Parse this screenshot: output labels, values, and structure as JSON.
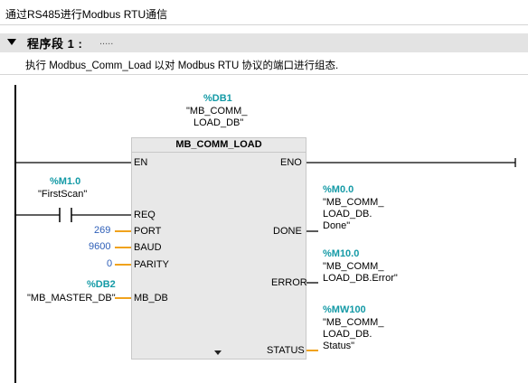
{
  "window": {
    "title": "通过RS485进行Modbus RTU通信"
  },
  "network": {
    "title": "程序段 1 :",
    "dots": "....."
  },
  "comment": "执行 Modbus_Comm_Load 以对 Modbus RTU 协议的端口进行组态.",
  "instance_db": {
    "tag": "%DB1",
    "symbol_line1": "\"MB_COMM_",
    "symbol_line2": "LOAD_DB\""
  },
  "block": {
    "name": "MB_COMM_LOAD",
    "inputs": {
      "en": "EN",
      "req": "REQ",
      "port": "PORT",
      "baud": "BAUD",
      "parity": "PARITY",
      "mb_db": "MB_DB"
    },
    "outputs": {
      "eno": "ENO",
      "done": "DONE",
      "error": "ERROR",
      "status": "STATUS"
    }
  },
  "contact": {
    "tag": "%M1.0",
    "symbol": "\"FirstScan\""
  },
  "values": {
    "port": "269",
    "baud": "9600",
    "parity": "0"
  },
  "mb_master": {
    "tag": "%DB2",
    "symbol": "\"MB_MASTER_DB\""
  },
  "done_out": {
    "tag": "%M0.0",
    "line1": "\"MB_COMM_",
    "line2": "LOAD_DB.",
    "line3": "Done\""
  },
  "error_out": {
    "tag": "%M10.0",
    "line1": "\"MB_COMM_",
    "line2": "LOAD_DB.Error\""
  },
  "status_out": {
    "tag": "%MW100",
    "line1": "\"MB_COMM_",
    "line2": "LOAD_DB.",
    "line3": "Status\""
  },
  "colors": {
    "wire": "#000000",
    "param_stub": "#f0a21c",
    "tag": "#149aa6",
    "value": "#2e5fb8",
    "block_bg": "#e8e8e8"
  }
}
